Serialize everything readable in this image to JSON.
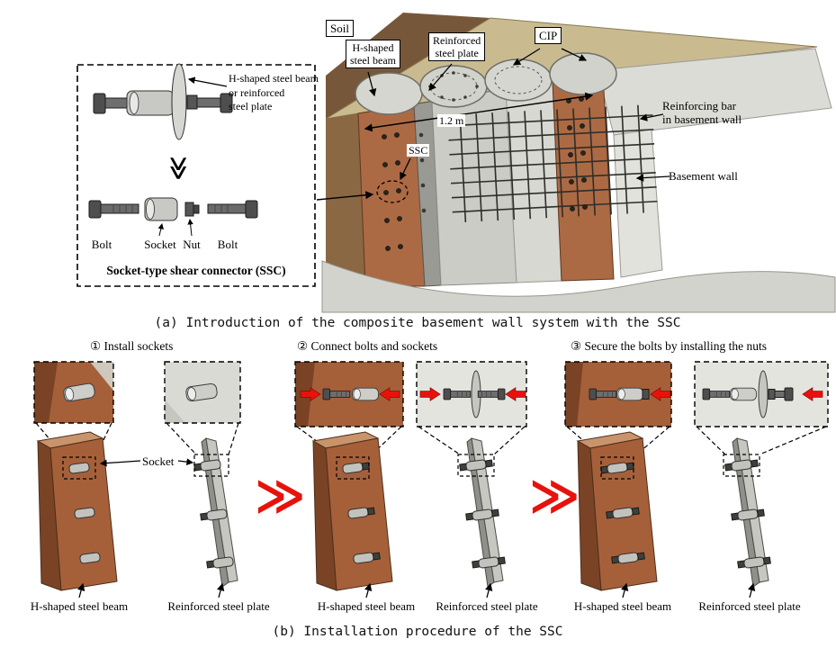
{
  "colors": {
    "beam_brown": "#a5603a",
    "accent_red": "#e8120c",
    "concrete_gray": "#ccccc6"
  },
  "section_a": {
    "caption": "(a) Introduction of the composite basement wall system with the SSC",
    "connector_box": {
      "title": "Socket-type shear connector (SSC)",
      "chevron": "≫",
      "assembly_label": [
        "H-shaped steel beam",
        "or reinforced",
        "steel plate"
      ],
      "part_labels": [
        "Bolt",
        "Socket",
        "Nut",
        "Bolt"
      ]
    },
    "wall_view": {
      "soil": "Soil",
      "h_beam": [
        "H-shaped",
        "steel beam"
      ],
      "steel_plate": [
        "Reinforced",
        "steel plate"
      ],
      "cip": "CIP",
      "dimension": "1.2 m",
      "ssc": "SSC",
      "rebar": [
        "Reinforcing bar",
        "in basement wall"
      ],
      "basement_wall": "Basement wall"
    }
  },
  "section_b": {
    "caption": "(b) Installation procedure of the SSC",
    "chevron": "≫",
    "socket_pointer": "Socket",
    "steps": [
      {
        "label": "① Install sockets"
      },
      {
        "label": "② Connect bolts and sockets"
      },
      {
        "label": "③ Secure the bolts by installing the nuts"
      }
    ],
    "column_labels": [
      "H-shaped steel beam",
      "Reinforced steel plate",
      "H-shaped steel beam",
      "Reinforced steel plate",
      "H-shaped steel beam",
      "Reinforced steel plate"
    ]
  }
}
